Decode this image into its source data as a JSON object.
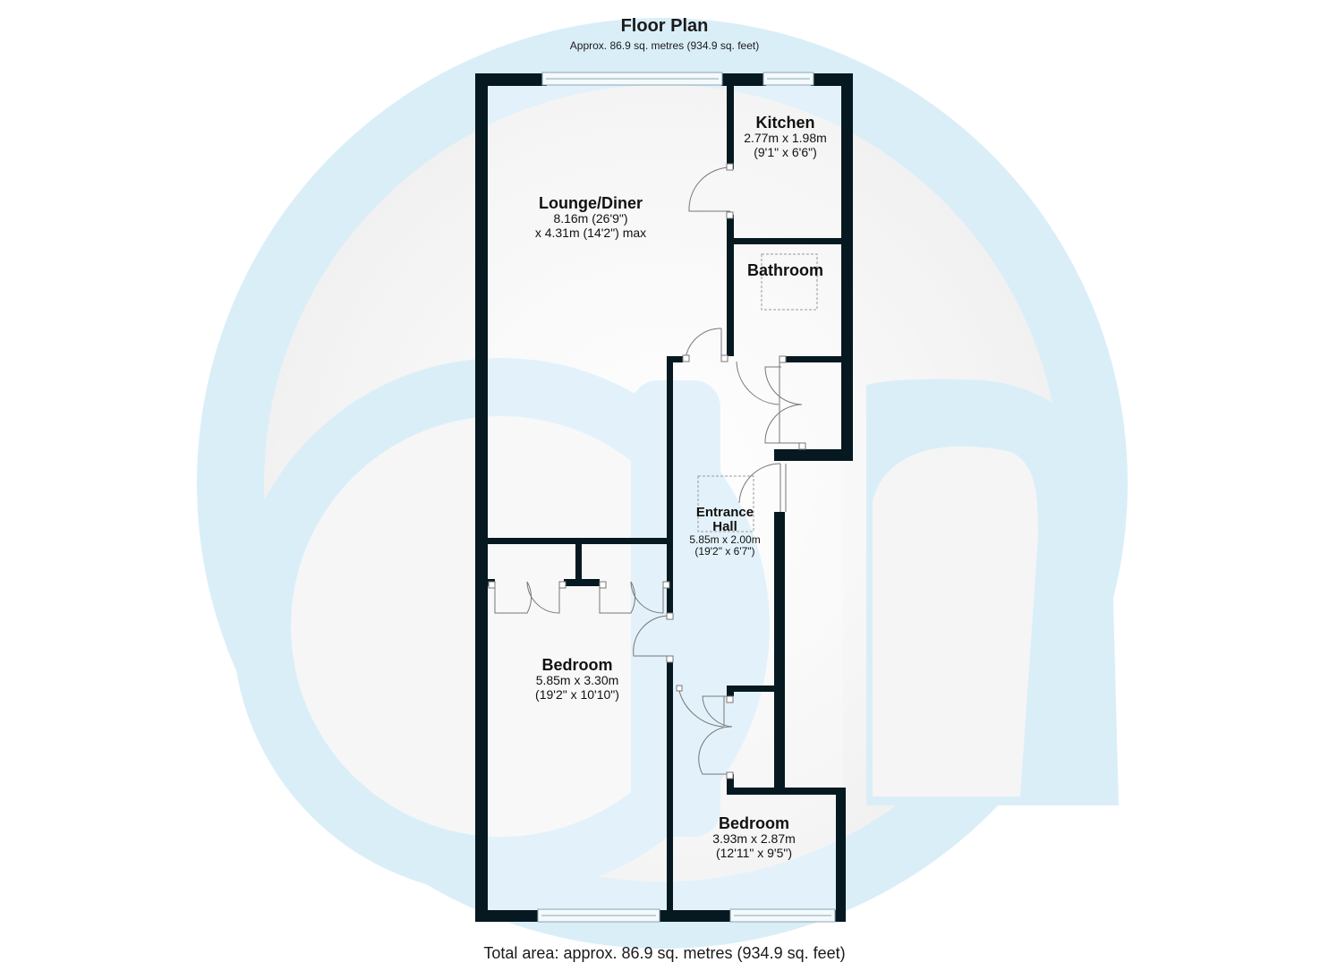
{
  "header": {
    "title": "Floor Plan",
    "subtitle": "Approx. 86.9 sq. metres (934.9 sq. feet)"
  },
  "footer": {
    "total_area": "Total area: approx. 86.9 sq. metres (934.9 sq. feet)"
  },
  "colors": {
    "wall": "#061820",
    "watermark": "#daeef8",
    "background": "#ffffff",
    "window_frame": "#8aa6b4"
  },
  "watermark": {
    "icon": "agent-logo-watermark"
  },
  "rooms": {
    "kitchen": {
      "name": "Kitchen",
      "dim_metric": "2.77m x 1.98m",
      "dim_imperial": "(9'1\" x 6'6\")"
    },
    "lounge": {
      "name": "Lounge/Diner",
      "dim_metric": "8.16m (26'9\")",
      "dim_imperial": "x 4.31m (14'2\") max"
    },
    "bathroom": {
      "name": "Bathroom"
    },
    "hall": {
      "name_line1": "Entrance",
      "name_line2": "Hall",
      "dim_metric": "5.85m x 2.00m",
      "dim_imperial": "(19'2\" x 6'7\")"
    },
    "bedroom1": {
      "name": "Bedroom",
      "dim_metric": "5.85m x 3.30m",
      "dim_imperial": "(19'2\" x 10'10\")"
    },
    "bedroom2": {
      "name": "Bedroom",
      "dim_metric": "3.93m x 2.87m",
      "dim_imperial": "(12'11\" x 9'5\")"
    }
  }
}
